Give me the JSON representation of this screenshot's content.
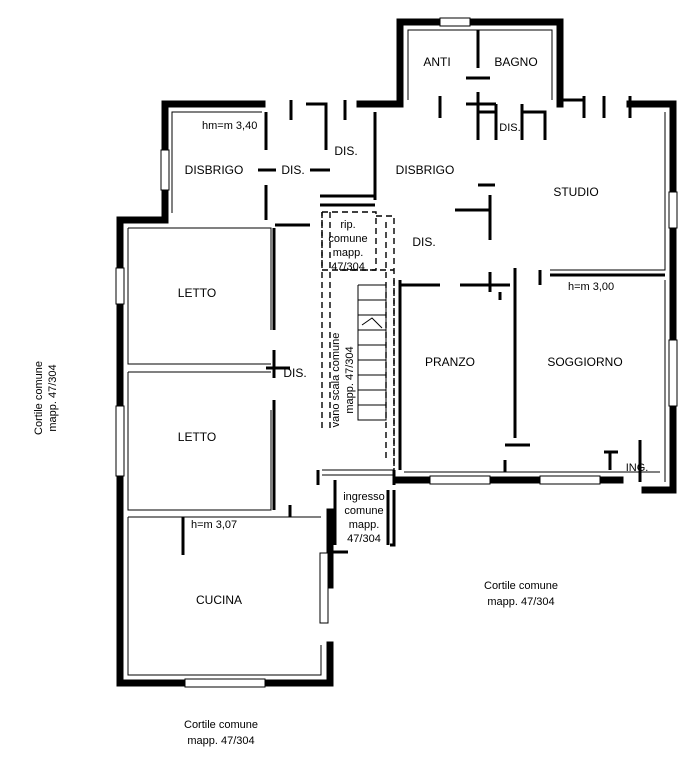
{
  "rooms": {
    "anti": "ANTI",
    "bagno": "BAGNO",
    "dis_bagno": "DIS.",
    "studio": "STUDIO",
    "disbrigo_left": "DISBRIGO",
    "disbrigo_right": "DISBRIGO",
    "dis_corridor": "DIS.",
    "dis_top": "DIS.",
    "dis_center": "DIS.",
    "dis_bedrooms": "DIS.",
    "letto_1": "LETTO",
    "letto_2": "LETTO",
    "cucina": "CUCINA",
    "pranzo": "PRANZO",
    "soggiorno": "SOGGIORNO",
    "ing": "ING."
  },
  "heights": {
    "disbrigo": "hm=m 3,40",
    "studio": "h=m 3,00",
    "cucina": "h=m 3,07"
  },
  "common_areas": {
    "rip": [
      "rip.",
      "comune",
      "mapp.",
      "47/304"
    ],
    "vano_scala": [
      "vano scala comune",
      "mapp. 47/304"
    ],
    "ingresso": [
      "ingresso",
      "comune",
      "mapp.",
      "47/304"
    ]
  },
  "courtyards": {
    "left": [
      "Cortile comune",
      "mapp. 47/304"
    ],
    "bottom_right": [
      "Cortile comune",
      "mapp. 47/304"
    ],
    "bottom": [
      "Cortile comune",
      "mapp. 47/304"
    ]
  }
}
